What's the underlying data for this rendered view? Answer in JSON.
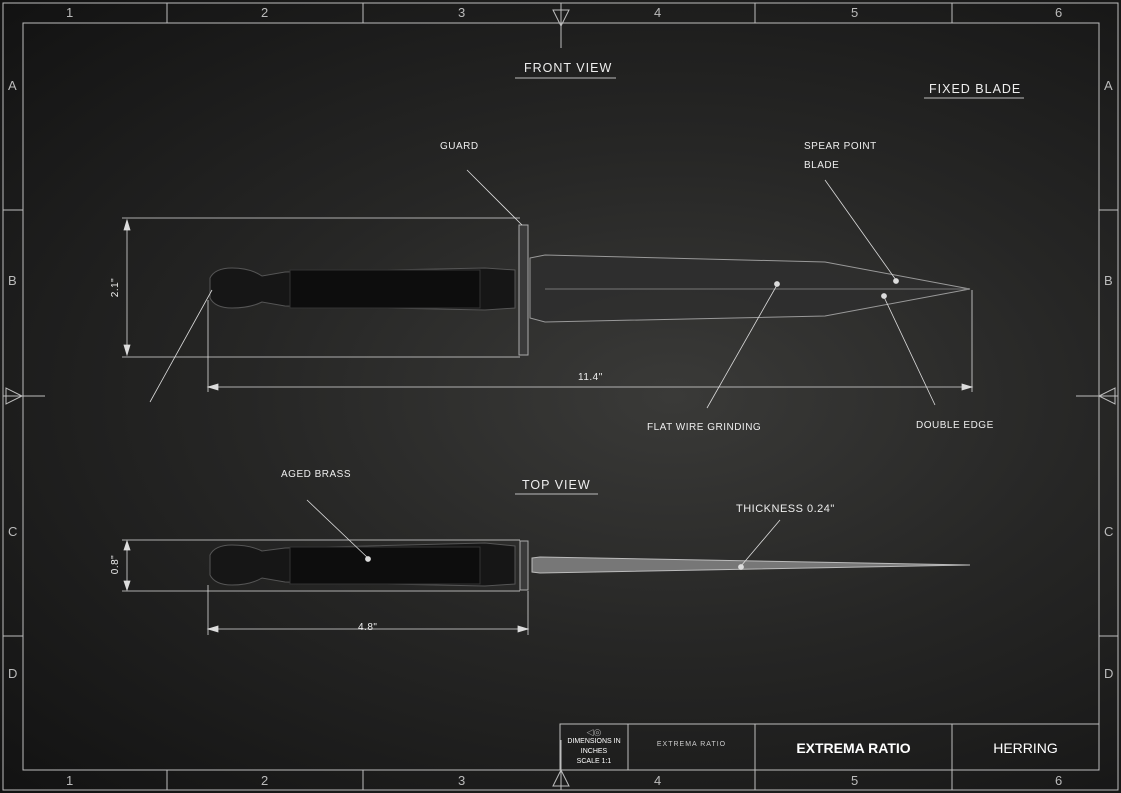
{
  "grid": {
    "columns": [
      "1",
      "2",
      "3",
      "4",
      "5",
      "6"
    ],
    "rows": [
      "A",
      "B",
      "C",
      "D"
    ]
  },
  "views": {
    "front": "FRONT VIEW",
    "top": "TOP VIEW",
    "type": "FIXED BLADE"
  },
  "callouts": {
    "guard": "GUARD",
    "spear_point_1": "SPEAR POINT",
    "spear_point_2": "BLADE",
    "flat_wire": "FLAT WIRE GRINDING",
    "double_edge": "DOUBLE EDGE",
    "aged_brass": "AGED BRASS",
    "thickness": "THICKNESS 0.24\""
  },
  "dimensions": {
    "height": "2.1\"",
    "length": "11.4\"",
    "top_height": "0.8\"",
    "handle_length": "4.8\""
  },
  "title_block": {
    "dimensions_line1": "DIMENSIONS IN",
    "dimensions_line2": "INCHES",
    "scale": "SCALE 1:1",
    "logo_text": "EXTREMA RATIO",
    "brand": "EXTREMA RATIO",
    "model": "HERRING"
  }
}
